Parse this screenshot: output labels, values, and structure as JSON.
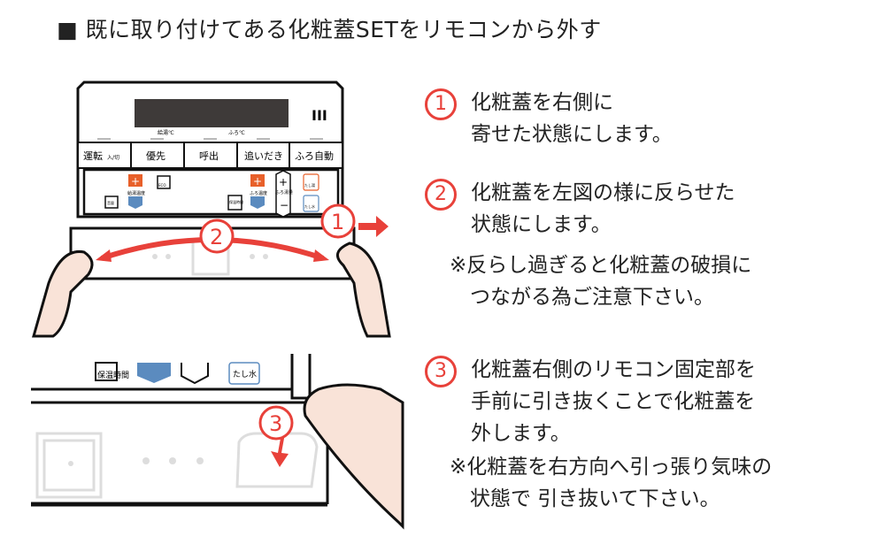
{
  "title": "■ 既に取り付けてある化粧蓋SETをリモコンから外す",
  "remote": {
    "display_labels": [
      "給湯℃",
      "ふろ℃"
    ],
    "buttons": [
      "運転",
      "入/切",
      "優先",
      "呼出",
      "追いだき",
      "ふろ自動"
    ],
    "small_labels": {
      "volume": "音量",
      "hot_water_temp": "給湯温度",
      "eco": "ECO",
      "keep_warm_time": "保温時間",
      "bath_temp": "ふろ温度",
      "bath_volume": "ふろ湯量",
      "add_hot": "たし湯",
      "add_water": "たし水"
    }
  },
  "markers": [
    "1",
    "2",
    "3"
  ],
  "steps": [
    {
      "number": "1",
      "text": "化粧蓋を右側に\n寄せた状態にします。"
    },
    {
      "number": "2",
      "text": "化粧蓋を左図の様に反らせた\n状態にします。",
      "note": "※反らし過ぎると化粧蓋の破損に\n　つながる為ご注意下さい。"
    },
    {
      "number": "3",
      "text": "化粧蓋右側のリモコン固定部を\n手前に引き抜くことで化粧蓋を\n外します。",
      "note": "※化粧蓋を右方向へ引っ張り気味の\n　状態で 引き抜いて下さい。"
    }
  ],
  "colors": {
    "accent_red": "#e8413a",
    "plus_orange": "#e8602a",
    "minus_blue": "#5b8bbf",
    "display": "#3e3a39",
    "skin": "#f9e3d8"
  }
}
